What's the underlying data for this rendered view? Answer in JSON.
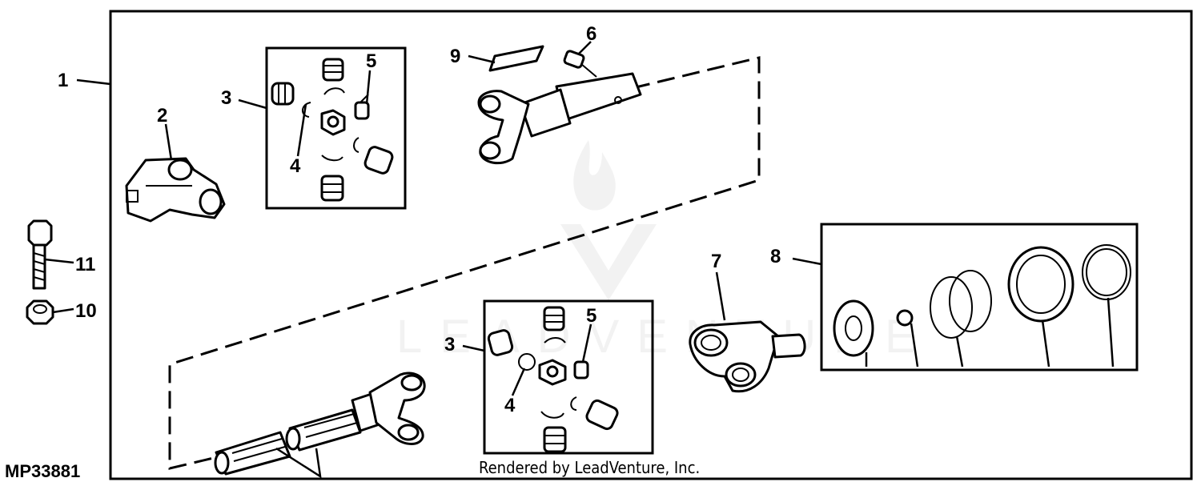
{
  "figure_id": "MP33881",
  "credit": "Rendered by LeadVenture, Inc.",
  "watermark": "LEADVENTURE",
  "callouts": {
    "c1": "1",
    "c2": "2",
    "c3a": "3",
    "c3b": "3",
    "c4a": "4",
    "c4b": "4",
    "c5a": "5",
    "c5b": "5",
    "c6": "6",
    "c7": "7",
    "c8": "8",
    "c9": "9",
    "c10": "10",
    "c11": "11"
  }
}
